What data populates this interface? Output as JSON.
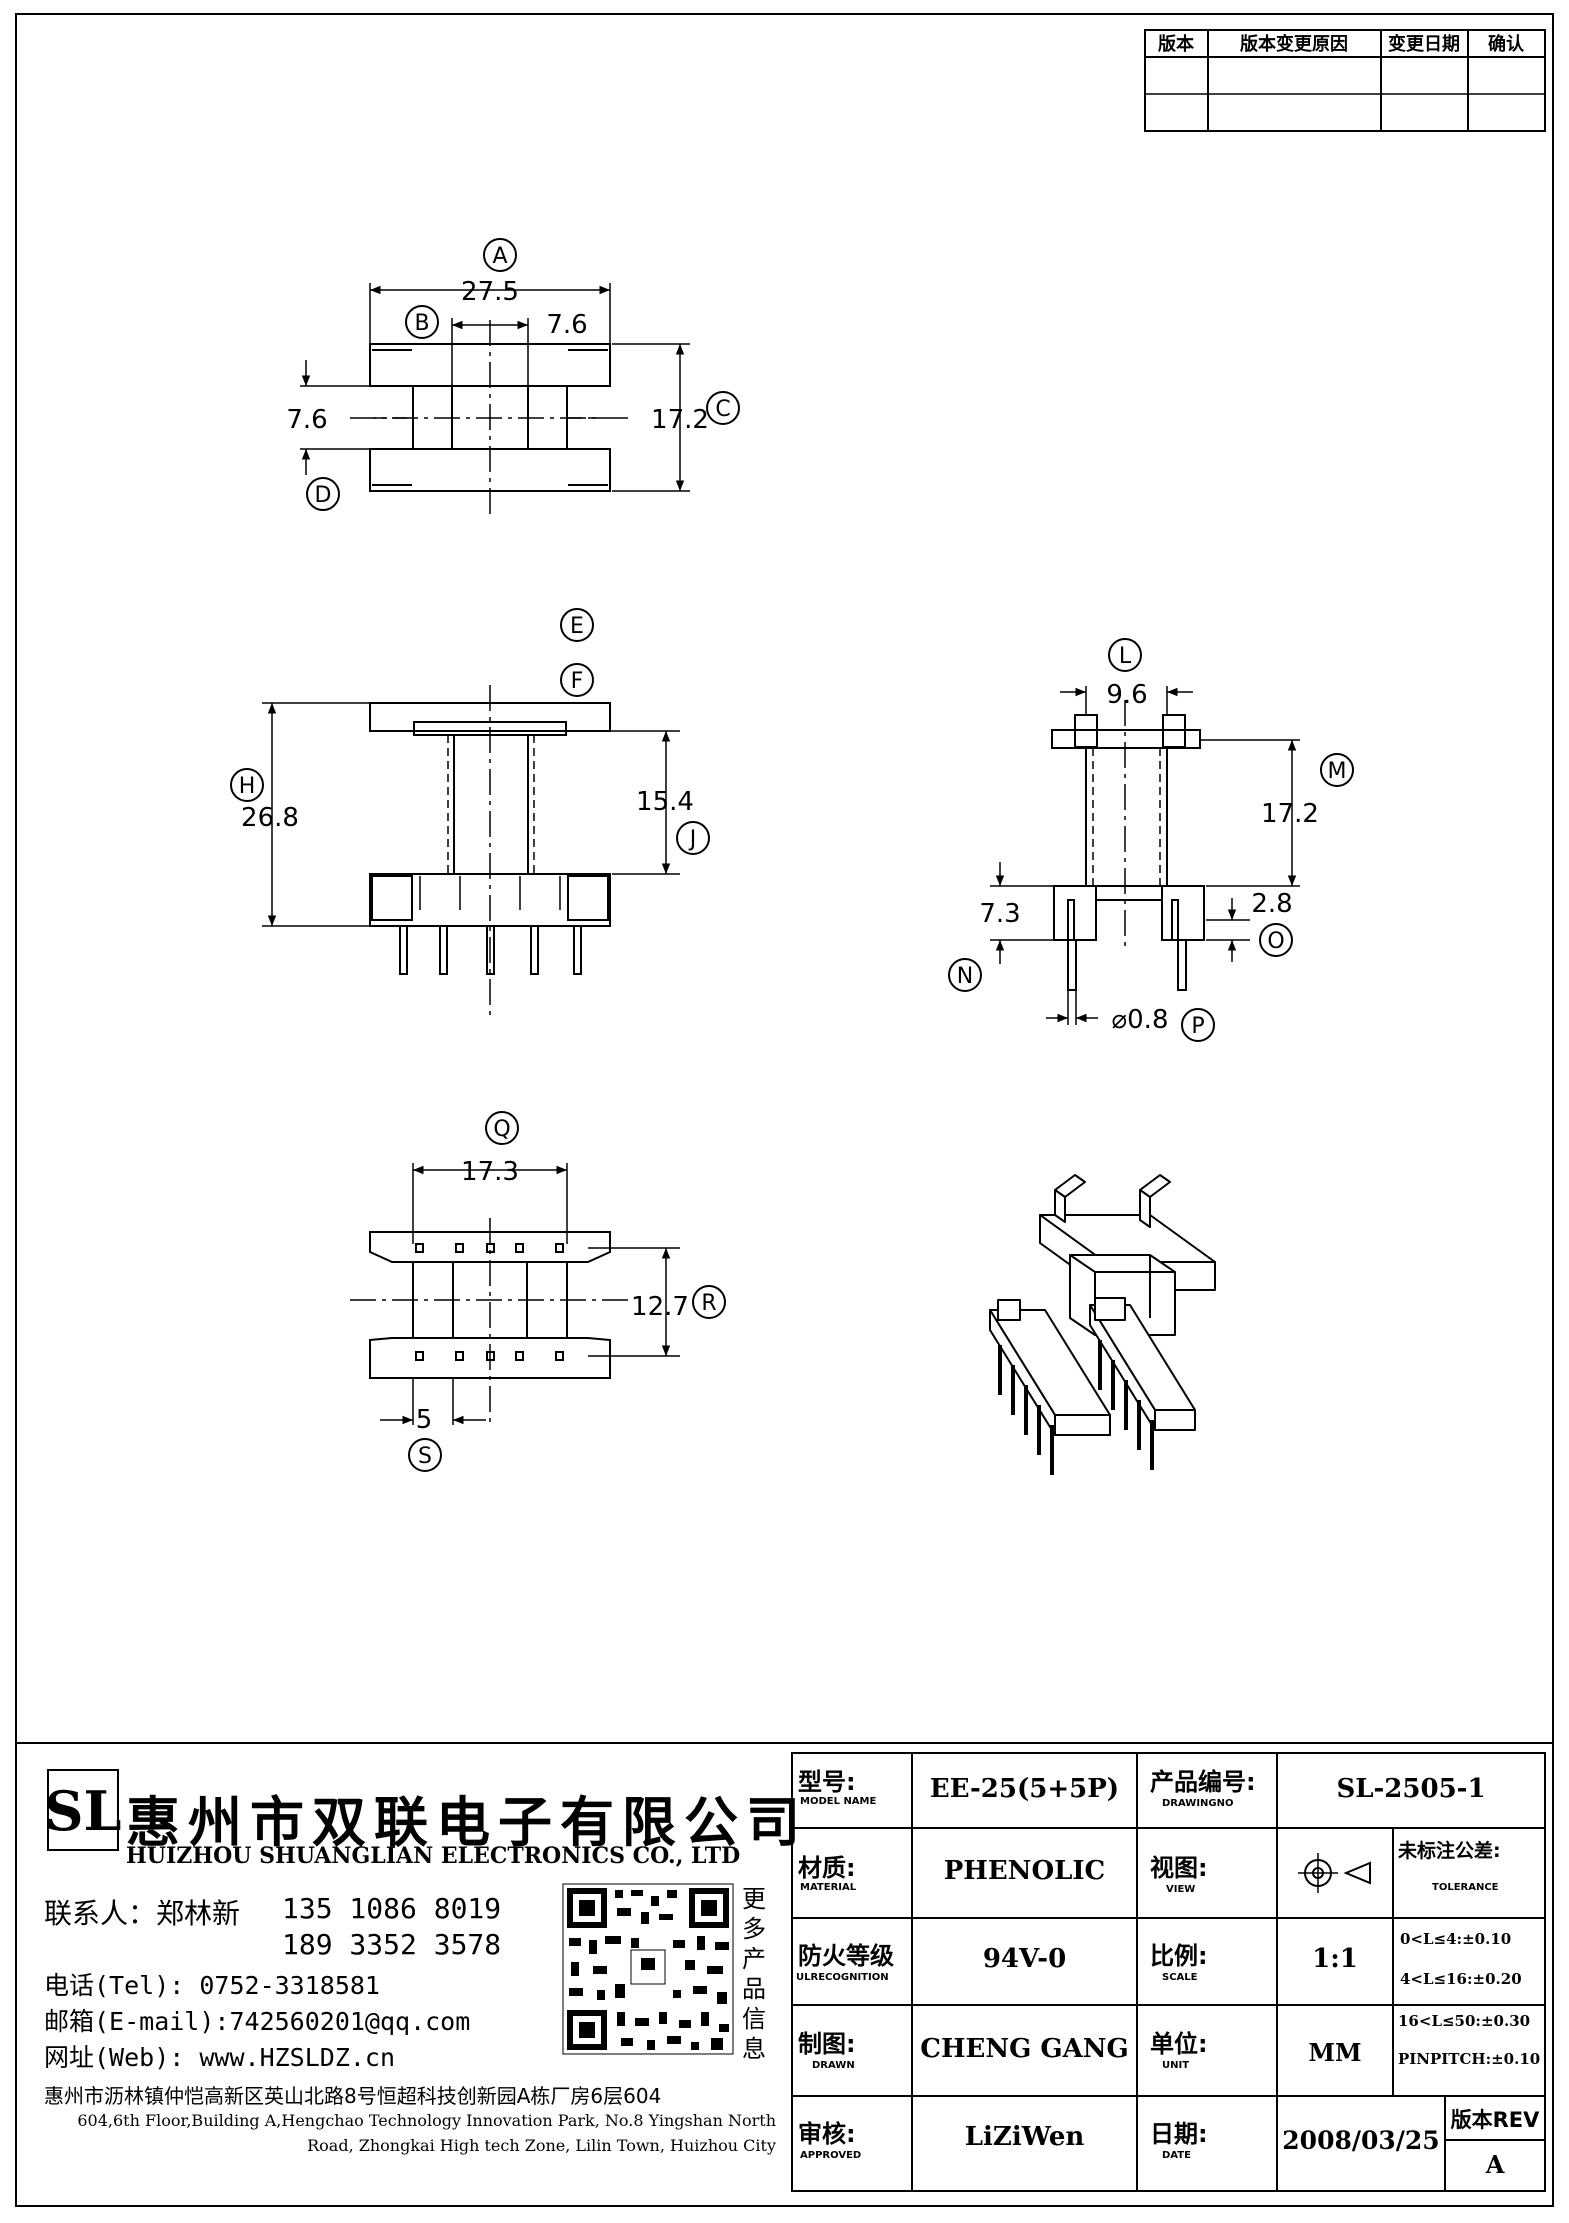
{
  "revision_table": {
    "headers": [
      "版本",
      "版本变更原因",
      "变更日期",
      "确认"
    ]
  },
  "top_view": {
    "labels": {
      "A": "A",
      "B": "B",
      "C": "C",
      "D": "D"
    },
    "dims": {
      "A": "27.5",
      "B": "7.6",
      "C": "17.2",
      "D": "7.6"
    }
  },
  "front_view": {
    "labels": {
      "E": "E",
      "F": "F",
      "H": "H",
      "J": "J"
    },
    "dims": {
      "H": "26.8",
      "J": "15.4"
    }
  },
  "side_view": {
    "labels": {
      "L": "L",
      "M": "M",
      "N": "N",
      "O": "O",
      "P": "P"
    },
    "dims": {
      "L": "9.6",
      "M": "17.2",
      "N": "7.3",
      "O": "2.8",
      "P": "⌀0.8"
    }
  },
  "bottom_view": {
    "labels": {
      "Q": "Q",
      "R": "R",
      "S": "S"
    },
    "dims": {
      "Q": "17.3",
      "R": "12.7",
      "S": "5"
    }
  },
  "company": {
    "logo_letters": "SL",
    "name_cn": "惠州市双联电子有限公司",
    "name_en": "HUIZHOU SHUANGLIAN ELECTRONICS CO., LTD",
    "contact_label": "联系人：郑林新",
    "phone1": "135 1086 8019",
    "phone2": "189 3352 3578",
    "tel": "电话(Tel): 0752-3318581",
    "email": "邮箱(E-mail):742560201@qq.com",
    "web": "网址(Web): www.HZSLDZ.cn",
    "address_cn": "惠州市沥林镇仲恺高新区英山北路8号恒超科技创新园A栋厂房6层604",
    "address_en_1": "604,6th Floor,Building A,Hengchao Technology Innovation Park, No.8 Yingshan North",
    "address_en_2": "Road, Zhongkai High tech Zone, Lilin Town, Huizhou City",
    "qr_caption": "更多产品信息"
  },
  "title_block": {
    "model_label_cn": "型号:",
    "model_label_en": "MODEL NAME",
    "model_value": "EE-25(5+5P)",
    "drawing_label_cn": "产品编号:",
    "drawing_label_en": "DRAWINGNO",
    "drawing_value": "SL-2505-1",
    "material_label_cn": "材质:",
    "material_label_en": "MATERIAL",
    "material_value": "PHENOLIC",
    "view_label_cn": "视图:",
    "view_label_en": "VIEW",
    "tolerance_label_cn": "未标注公差:",
    "tolerance_label_en": "TOLERANCE",
    "tolerances": [
      "0<L≤4:±0.10",
      "4<L≤16:±0.20",
      "16<L≤50:±0.30",
      "PINPITCH:±0.10"
    ],
    "fire_label_cn": "防火等级",
    "fire_label_en": "ULRECOGNITION",
    "fire_value": "94V-0",
    "scale_label_cn": "比例:",
    "scale_label_en": "SCALE",
    "scale_value": "1:1",
    "drawn_label_cn": "制图:",
    "drawn_label_en": "DRAWN",
    "drawn_value": "CHENG GANG",
    "unit_label_cn": "单位:",
    "unit_label_en": "UNIT",
    "unit_value": "MM",
    "approved_label_cn": "审核:",
    "approved_label_en": "APPROVED",
    "approved_value": "LiZiWen",
    "date_label_cn": "日期:",
    "date_label_en": "DATE",
    "date_value": "2008/03/25",
    "rev_label": "版本REV",
    "rev_value": "A"
  }
}
